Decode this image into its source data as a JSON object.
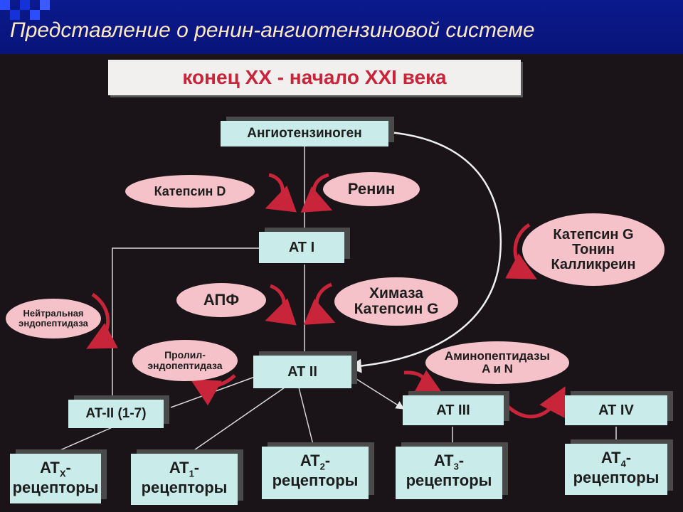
{
  "slide_title": "Представление о ренин-ангиотензиновой системе",
  "period_banner": "конец ХХ - начало XXI века",
  "nodes": {
    "angiotensinogen": "Ангиотензиноген",
    "at1": "AT I",
    "at2": "AT II",
    "at2_17": "AT-II (1-7)",
    "at3": "AT III",
    "at4": "AT IV"
  },
  "enzymes": {
    "cathepsin_d": "Катепсин D",
    "renin": "Ренин",
    "cathepsin_g_group": [
      "Катепсин G",
      "Тонин",
      "Калликреин"
    ],
    "ace": "АПФ",
    "chymase_group": [
      "Химаза",
      "Катепсин G"
    ],
    "neutral_endopeptidase": [
      "Нейтральная",
      "эндопептидаза"
    ],
    "prolyl_endopeptidase": [
      "Пролил-",
      "эндопептидаза"
    ],
    "aminopeptidases": [
      "Аминопептидазы",
      "A и N"
    ]
  },
  "receptors": [
    {
      "prefix": "AT",
      "sub": "X",
      "suffix": "-",
      "line2": "рецепторы"
    },
    {
      "prefix": "AT",
      "sub": "1",
      "suffix": "-",
      "line2": "рецепторы"
    },
    {
      "prefix": "AT",
      "sub": "2",
      "suffix": "-",
      "line2": "рецепторы"
    },
    {
      "prefix": "AT",
      "sub": "3",
      "suffix": "-",
      "line2": "рецепторы"
    },
    {
      "prefix": "AT",
      "sub": "4",
      "suffix": "-",
      "line2": "рецепторы"
    }
  ],
  "colors": {
    "header": "#0b1a8c",
    "title_text": "#ffe9c0",
    "banner_text": "#c8243a",
    "box_fill": "#c9ecea",
    "oval_fill": "#f4c2c8",
    "arrow_red": "#c8243a",
    "connector": "#d8d8d8"
  }
}
